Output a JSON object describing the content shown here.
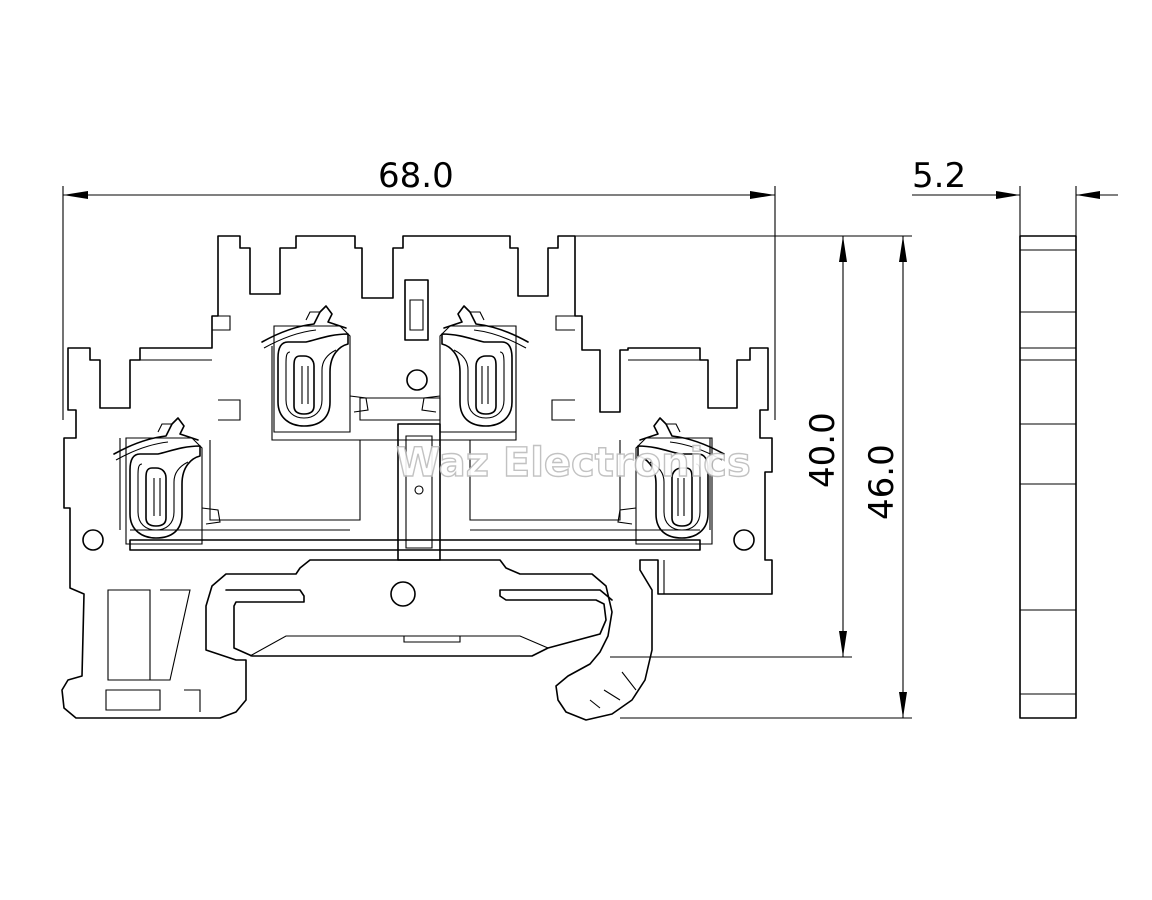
{
  "drawing": {
    "dimensions": {
      "width": "68.0",
      "depth": "5.2",
      "height_inner": "40.0",
      "height_total": "46.0"
    },
    "watermark": "Waz Electronics"
  }
}
